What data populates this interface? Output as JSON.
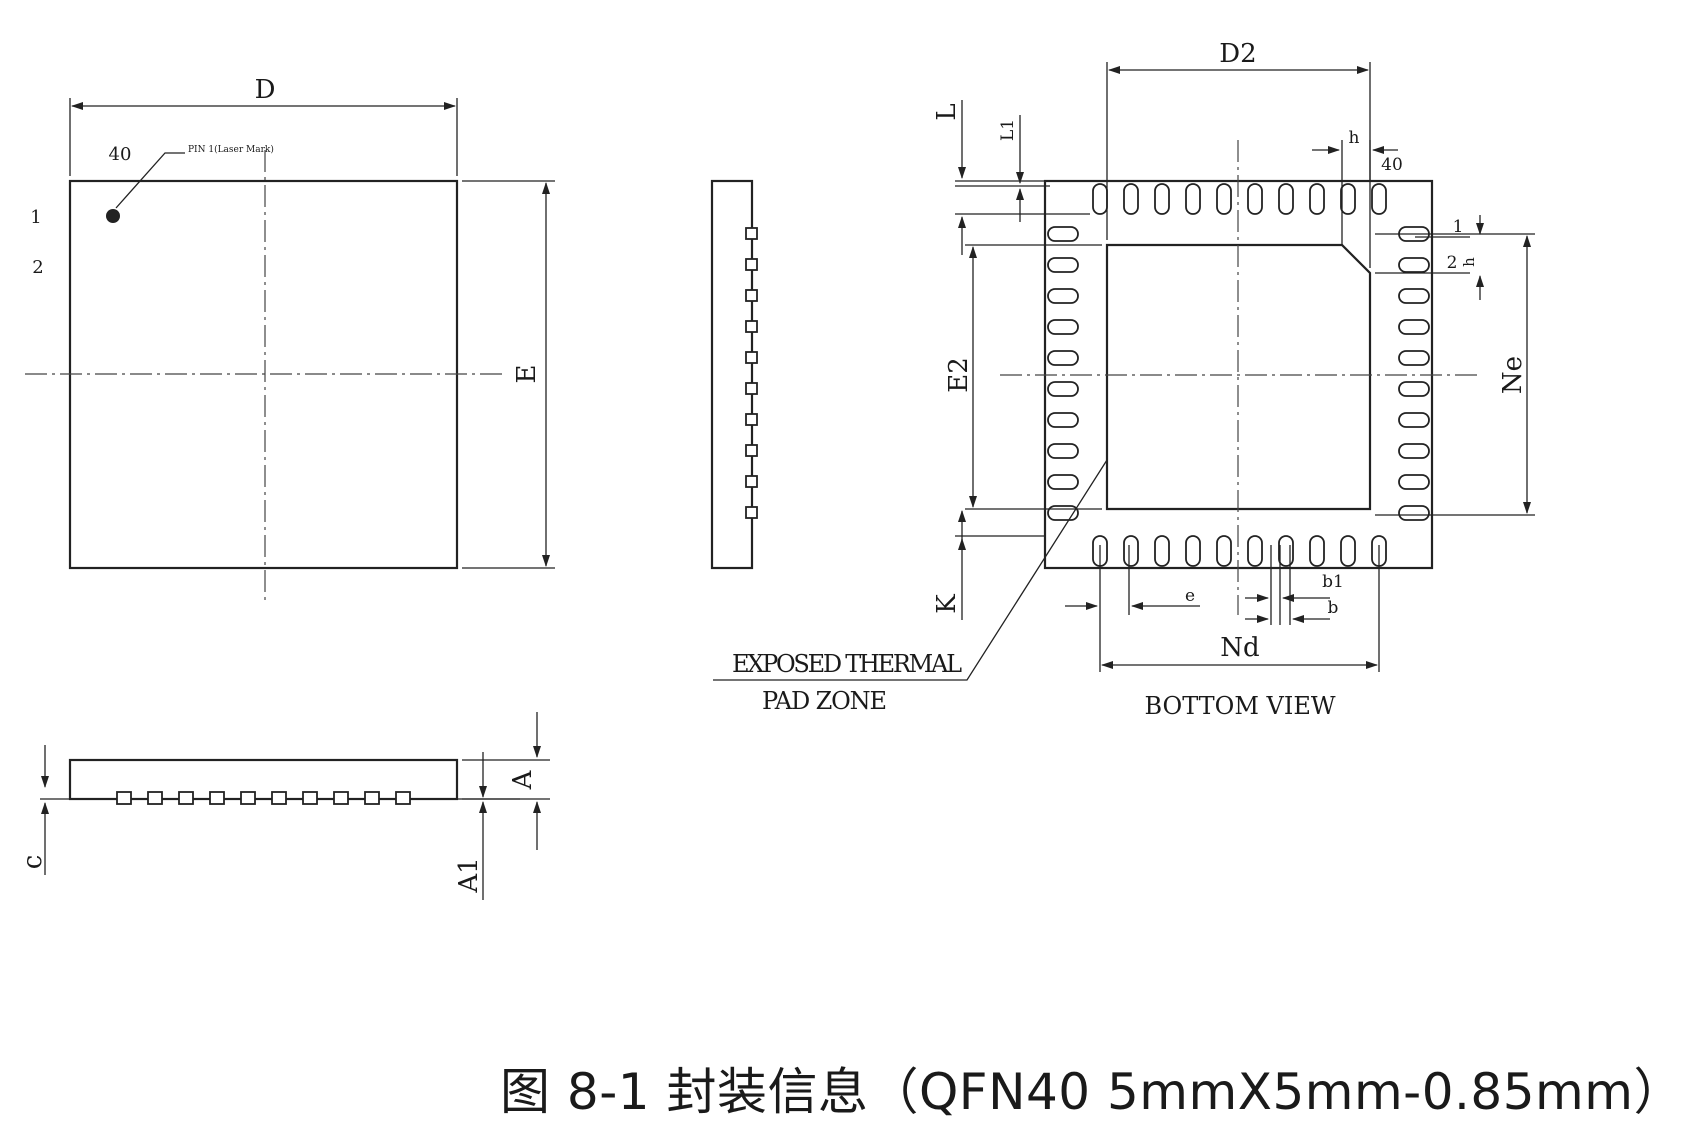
{
  "top_view": {
    "dim_d": "D",
    "dim_e": "E",
    "pin_first_number": "40",
    "pin_1": "1",
    "pin_2": "2",
    "pin1_note": "PIN 1(Laser Mark)"
  },
  "side_view": {
    "dim_a": "A",
    "dim_a1": "A1",
    "dim_c": "c"
  },
  "bottom_view": {
    "dim_d2": "D2",
    "dim_e2": "E2",
    "dim_l": "L",
    "dim_l1": "L1",
    "dim_h_top": "h",
    "pin_40": "40",
    "pin_1": "1",
    "pin_2": "2",
    "dim_h_side": "h",
    "dim_ne": "Ne",
    "dim_nd": "Nd",
    "dim_k": "K",
    "dim_e": "e",
    "dim_b1": "b1",
    "dim_b": "b",
    "thermal_line1": "EXPOSED THERMAL",
    "thermal_line2": "PAD ZONE",
    "view_title": "BOTTOM VIEW"
  },
  "caption": "图 8-1  封装信息（QFN40 5mmX5mm-0.85mm）",
  "colors": {
    "line": "#222222",
    "background": "#ffffff"
  }
}
